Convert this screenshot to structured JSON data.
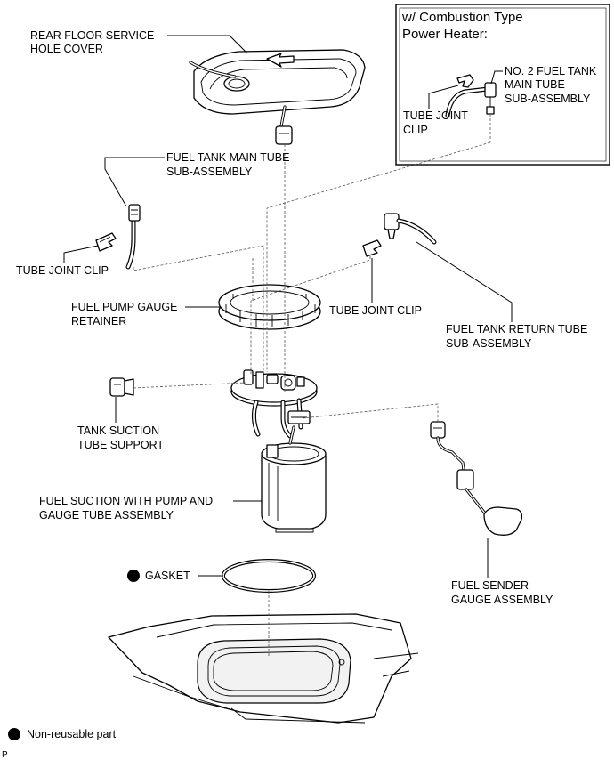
{
  "inset": {
    "title_line1": "w/ Combustion Type",
    "title_line2": "Power Heater:",
    "no2_tube_line1": "NO. 2 FUEL TANK",
    "no2_tube_line2": "MAIN TUBE",
    "no2_tube_line3": "SUB-ASSEMBLY",
    "clip_line1": "TUBE JOINT",
    "clip_line2": "CLIP"
  },
  "labels": {
    "cover_line1": "REAR FLOOR SERVICE",
    "cover_line2": "HOLE COVER",
    "main_tube_line1": "FUEL TANK MAIN TUBE",
    "main_tube_line2": "SUB-ASSEMBLY",
    "clip_left": "TUBE JOINT CLIP",
    "retainer_line1": "FUEL PUMP GAUGE",
    "retainer_line2": "RETAINER",
    "clip_right": "TUBE JOINT CLIP",
    "return_tube_line1": "FUEL TANK RETURN TUBE",
    "return_tube_line2": "SUB-ASSEMBLY",
    "suction_support_line1": "TANK SUCTION",
    "suction_support_line2": "TUBE SUPPORT",
    "pump_assy_line1": "FUEL SUCTION WITH PUMP AND",
    "pump_assy_line2": "GAUGE TUBE ASSEMBLY",
    "gasket": "GASKET",
    "sender_line1": "FUEL SENDER",
    "sender_line2": "GAUGE ASSEMBLY"
  },
  "legend": {
    "text": "Non-reusable part"
  },
  "footer": {
    "code": "P"
  }
}
